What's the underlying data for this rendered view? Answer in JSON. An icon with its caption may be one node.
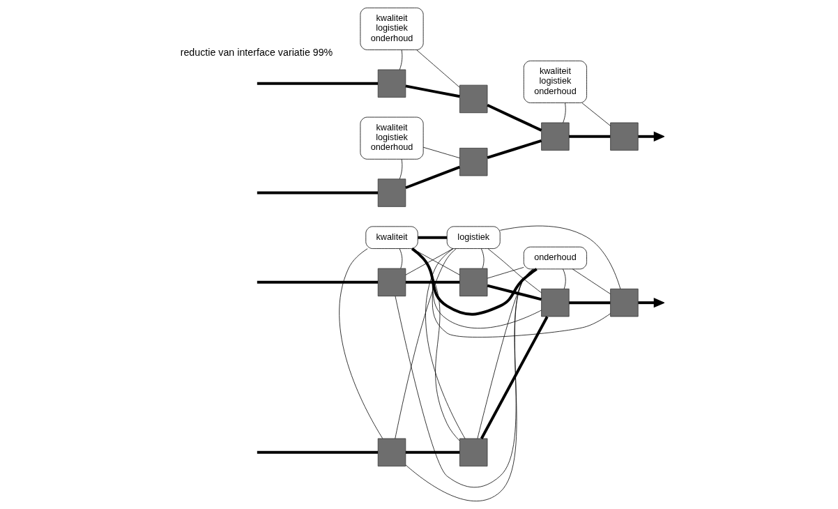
{
  "diagram": {
    "nodes": [
      {
        "text": [
          "kwaliteit"
        ]
      },
      {
        "text": [
          "logistiek"
        ]
      },
      {
        "text": [
          "onderhoud"
        ]
      },
      {
        "text": [],
        "shape": "box"
      },
      {
        "text": [],
        "shape": "box"
      },
      {
        "text": [],
        "shape": "box"
      },
      {
        "text": [],
        "shape": "box"
      },
      {
        "text": [],
        "shape": "box"
      },
      {
        "text": [],
        "shape": "box"
      },
      {
        "text": [
          "kwaliteit",
          "logistiek",
          "onderhoud"
        ]
      },
      {
        "text": [
          "kwaliteit",
          "logistiek",
          "onderhoud"
        ]
      },
      {
        "text": [],
        "shape": "box"
      },
      {
        "text": [],
        "shape": "box"
      },
      {
        "text": [],
        "shape": "box"
      },
      {
        "text": [],
        "shape": "box"
      },
      {
        "text": [
          "kwaliteit",
          "logistiek",
          "onderhoud"
        ]
      },
      {
        "text": [],
        "shape": "box"
      },
      {
        "text": [],
        "shape": "box"
      }
    ],
    "edges": [
      {
        "from": 0,
        "to": 2,
        "arrow": "none",
        "style": "thick"
      },
      {
        "from": 0,
        "to": 1,
        "arrow": "none",
        "style": "thick"
      },
      {
        "from": 0,
        "to": 3,
        "arrow": "none"
      },
      {
        "from": 0,
        "to": 4,
        "arrow": "none"
      },
      {
        "from": 0,
        "to": 5,
        "arrow": "none"
      },
      {
        "from": 0,
        "to": 6,
        "arrow": "none"
      },
      {
        "from": 0,
        "to": 7,
        "arrow": "none"
      },
      {
        "from": 0,
        "to": 8,
        "arrow": "none"
      },
      {
        "from": 1,
        "to": 3,
        "arrow": "none"
      },
      {
        "from": 1,
        "to": 4,
        "arrow": "none"
      },
      {
        "from": 1,
        "to": 5,
        "arrow": "none"
      },
      {
        "from": 1,
        "to": 6,
        "arrow": "none"
      },
      {
        "from": 1,
        "to": 7,
        "arrow": "none"
      },
      {
        "from": 1,
        "to": 8,
        "arrow": "none"
      },
      {
        "from": 2,
        "to": 3,
        "arrow": "none"
      },
      {
        "from": 2,
        "to": 4,
        "arrow": "none"
      },
      {
        "from": 2,
        "to": 5,
        "arrow": "none"
      },
      {
        "from": 2,
        "to": 6,
        "arrow": "none"
      },
      {
        "from": 2,
        "to": 7,
        "arrow": "none"
      },
      {
        "from": 2,
        "to": 8,
        "arrow": "none"
      },
      {
        "from": null,
        "to": 3,
        "arrow": "none",
        "style": "thick"
      },
      {
        "from": 3,
        "to": 4,
        "arrow": "none",
        "style": "thick"
      },
      {
        "from": 4,
        "to": 5,
        "arrow": "none",
        "style": "thick"
      },
      {
        "from": null,
        "to": 7,
        "arrow": "none",
        "style": "thick"
      },
      {
        "from": 7,
        "to": 8,
        "arrow": "none",
        "style": "thick"
      },
      {
        "from": 8,
        "to": 5,
        "arrow": "none",
        "style": "thick"
      },
      {
        "from": 5,
        "to": 6,
        "arrow": "none",
        "style": "thick"
      },
      {
        "from": 6,
        "to": null,
        "arrow": "to",
        "style": "thick"
      },
      {
        "from": 9,
        "to": 11,
        "arrow": "none"
      },
      {
        "from": 9,
        "to": 12,
        "arrow": "none"
      },
      {
        "from": 10,
        "to": 13,
        "arrow": "none"
      },
      {
        "from": 10,
        "to": 14,
        "arrow": "none"
      },
      {
        "from": 15,
        "to": 16,
        "arrow": "none"
      },
      {
        "from": 15,
        "to": 17,
        "arrow": "none"
      },
      {
        "from": null,
        "to": 11,
        "arrow": "none",
        "style": "thick"
      },
      {
        "from": 11,
        "to": 12,
        "arrow": "none",
        "style": "thick"
      },
      {
        "from": 12,
        "to": 13,
        "arrow": "none",
        "style": "thick"
      },
      {
        "from": null,
        "to": 16,
        "arrow": "none",
        "style": "thick"
      },
      {
        "from": 16,
        "to": 17,
        "arrow": "none",
        "style": "thick"
      },
      {
        "from": 17,
        "to": 13,
        "arrow": "none",
        "style": "thick"
      },
      {
        "from": 13,
        "to": 14,
        "arrow": "none",
        "style": "thick"
      },
      {
        "from": 14,
        "to": null,
        "arrow": "to",
        "style": "thick"
      }
    ],
    "labels": [
      "reductie van interface variatie 99%"
    ]
  }
}
